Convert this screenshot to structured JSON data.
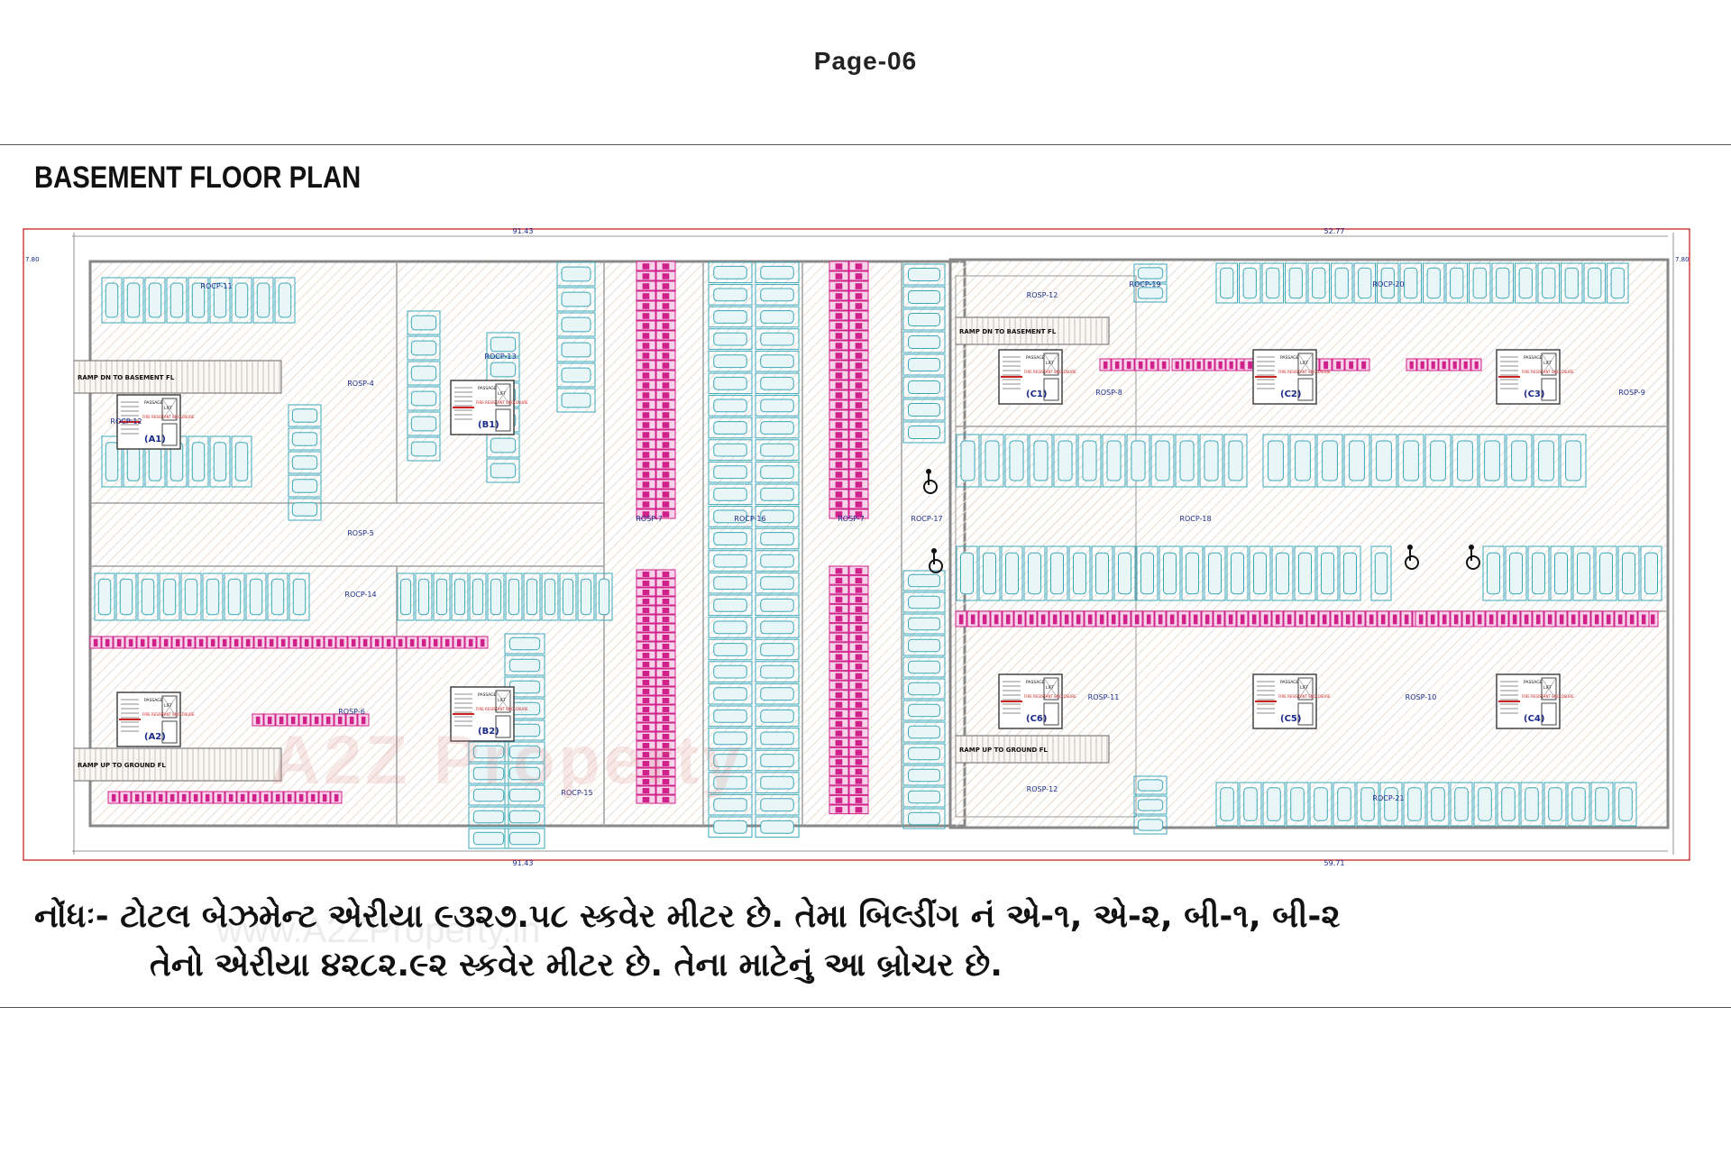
{
  "page": {
    "number_label": "Page-06"
  },
  "plan": {
    "title": "BASEMENT FLOOR PLAN",
    "dims": {
      "top_left": "91.43",
      "top_right": "52.77",
      "bottom_left": "91.43",
      "bottom_right": "59.71",
      "side_left": "7.80",
      "side_right": "7.80"
    },
    "zones": [
      {
        "id": "rocp11",
        "label": "ROCP-11"
      },
      {
        "id": "rosp4",
        "label": "ROSP-4"
      },
      {
        "id": "rocp13",
        "label": "ROCP-13"
      },
      {
        "id": "rocp12",
        "label": "ROCP-12"
      },
      {
        "id": "rosp5",
        "label": "ROSP-5"
      },
      {
        "id": "rocp14",
        "label": "ROCP-14"
      },
      {
        "id": "rosp6",
        "label": "ROSP-6"
      },
      {
        "id": "rocp15",
        "label": "ROCP-15"
      },
      {
        "id": "rosp7a",
        "label": "ROSP-7"
      },
      {
        "id": "rocp16",
        "label": "ROCP-16"
      },
      {
        "id": "rosp7b",
        "label": "ROSP-7"
      },
      {
        "id": "rocp17",
        "label": "ROCP-17"
      },
      {
        "id": "rosp12a",
        "label": "ROSP-12"
      },
      {
        "id": "rocp19",
        "label": "ROCP-19"
      },
      {
        "id": "rocp20",
        "label": "ROCP-20"
      },
      {
        "id": "rosp8",
        "label": "ROSP-8"
      },
      {
        "id": "rosp9",
        "label": "ROSP-9"
      },
      {
        "id": "rocp18",
        "label": "ROCP-18"
      },
      {
        "id": "rosp11",
        "label": "ROSP-11"
      },
      {
        "id": "rosp10",
        "label": "ROSP-10"
      },
      {
        "id": "rosp12b",
        "label": "ROSP-12"
      },
      {
        "id": "rocp21",
        "label": "ROCP-21"
      }
    ],
    "cores": [
      {
        "id": "a1",
        "label": "(A1)"
      },
      {
        "id": "b1",
        "label": "(B1)"
      },
      {
        "id": "a2",
        "label": "(A2)"
      },
      {
        "id": "b2",
        "label": "(B2)"
      },
      {
        "id": "c1",
        "label": "(C1)"
      },
      {
        "id": "c2",
        "label": "(C2)"
      },
      {
        "id": "c3",
        "label": "(C3)"
      },
      {
        "id": "c6",
        "label": "(C6)"
      },
      {
        "id": "c5",
        "label": "(C5)"
      },
      {
        "id": "c4",
        "label": "(C4)"
      }
    ],
    "ramps": [
      {
        "id": "r1",
        "label": "RAMP DN TO  BASEMENT FL"
      },
      {
        "id": "r2",
        "label": "RAMP DN TO  BASEMENT FL"
      },
      {
        "id": "r3",
        "label": "RAMP UP TO  GROUND FL"
      },
      {
        "id": "r4",
        "label": "RAMP UP TO  GROUND FL"
      }
    ],
    "core_labels": {
      "passage": "PASSAGE",
      "lift": "LIFT",
      "fire": "FIRE RESISTANT ENCLOSURE"
    },
    "colors": {
      "car_stall": "#3aa7b8",
      "two_wheeler": "#d0208a",
      "wall": "#9a9a9a",
      "boundary": "#d04040",
      "text": "#1a2a8a",
      "floor": "#f6efe9"
    }
  },
  "note": {
    "line1": "નોંધઃ- ટોટલ બેઝમેન્ટ એરીયા ૯૩૨૭.૫૮ સ્કવેર મીટર છે. તેમા બિલ્ડીંગ નં એ-૧, એ-૨, બી-૧, બી-૨",
    "line2": "તેનો એરીયા ૪૨૮૨.૯૨ સ્કવેર મીટર છે. તેના માટેનું આ બ્રોચર છે."
  },
  "watermark": {
    "brand": "A2Z Property",
    "url": "www.A2ZProperty.in"
  }
}
